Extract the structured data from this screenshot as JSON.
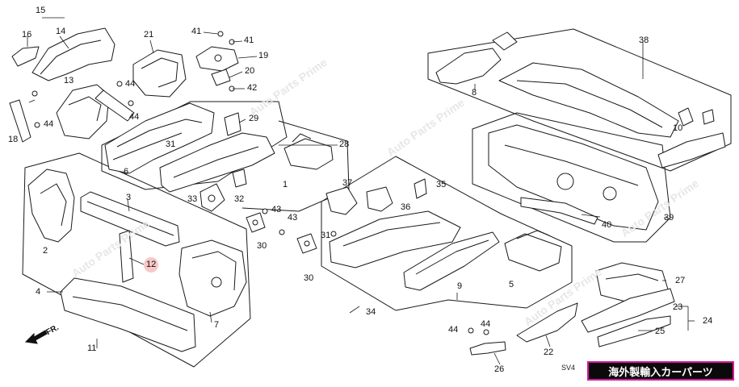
{
  "diagram": {
    "callouts": [
      {
        "id": "c15",
        "text": "15"
      },
      {
        "id": "c16",
        "text": "16"
      },
      {
        "id": "c14",
        "text": "14"
      },
      {
        "id": "c21",
        "text": "21"
      },
      {
        "id": "c41a",
        "text": "41"
      },
      {
        "id": "c41b",
        "text": "41"
      },
      {
        "id": "c19",
        "text": "19"
      },
      {
        "id": "c20",
        "text": "20"
      },
      {
        "id": "c42",
        "text": "42"
      },
      {
        "id": "c13",
        "text": "13"
      },
      {
        "id": "c44a",
        "text": "44"
      },
      {
        "id": "c44b",
        "text": "44"
      },
      {
        "id": "c44c",
        "text": "44"
      },
      {
        "id": "c18",
        "text": "18"
      },
      {
        "id": "c29",
        "text": "29"
      },
      {
        "id": "c31a",
        "text": "31"
      },
      {
        "id": "c28",
        "text": "28"
      },
      {
        "id": "c6",
        "text": "6"
      },
      {
        "id": "c1",
        "text": "1"
      },
      {
        "id": "c33",
        "text": "33"
      },
      {
        "id": "c32",
        "text": "32"
      },
      {
        "id": "c3",
        "text": "3"
      },
      {
        "id": "c2",
        "text": "2"
      },
      {
        "id": "c12",
        "text": "12",
        "highlight": true
      },
      {
        "id": "c4",
        "text": "4"
      },
      {
        "id": "c7",
        "text": "7"
      },
      {
        "id": "c11",
        "text": "11"
      },
      {
        "id": "c43a",
        "text": "43"
      },
      {
        "id": "c43b",
        "text": "43"
      },
      {
        "id": "c30a",
        "text": "30"
      },
      {
        "id": "c30b",
        "text": "30"
      },
      {
        "id": "c31b",
        "text": "31"
      },
      {
        "id": "c37",
        "text": "37"
      },
      {
        "id": "c36",
        "text": "36"
      },
      {
        "id": "c35",
        "text": "35"
      },
      {
        "id": "c34",
        "text": "34"
      },
      {
        "id": "c9",
        "text": "9"
      },
      {
        "id": "c5",
        "text": "5"
      },
      {
        "id": "c38",
        "text": "38"
      },
      {
        "id": "c8",
        "text": "8"
      },
      {
        "id": "c10",
        "text": "10"
      },
      {
        "id": "c40",
        "text": "40"
      },
      {
        "id": "c39",
        "text": "39"
      },
      {
        "id": "c27",
        "text": "27"
      },
      {
        "id": "c23",
        "text": "23"
      },
      {
        "id": "c24",
        "text": "24"
      },
      {
        "id": "c25",
        "text": "25"
      },
      {
        "id": "c22",
        "text": "22"
      },
      {
        "id": "c26",
        "text": "26"
      },
      {
        "id": "c44d",
        "text": "44"
      },
      {
        "id": "c44e",
        "text": "44"
      }
    ],
    "direction_label": "FR.",
    "drawing_code": "SV4",
    "watermark": "Auto Parts Prime"
  },
  "banner": {
    "text": "海外製輸入カーパーツ",
    "background": "#0a0a0a",
    "border_color": "#d9189a",
    "text_color": "#ffffff"
  },
  "colors": {
    "line": "#1a1a1a",
    "highlight": "#f6c9c6",
    "watermark": "#e7e7e7"
  }
}
